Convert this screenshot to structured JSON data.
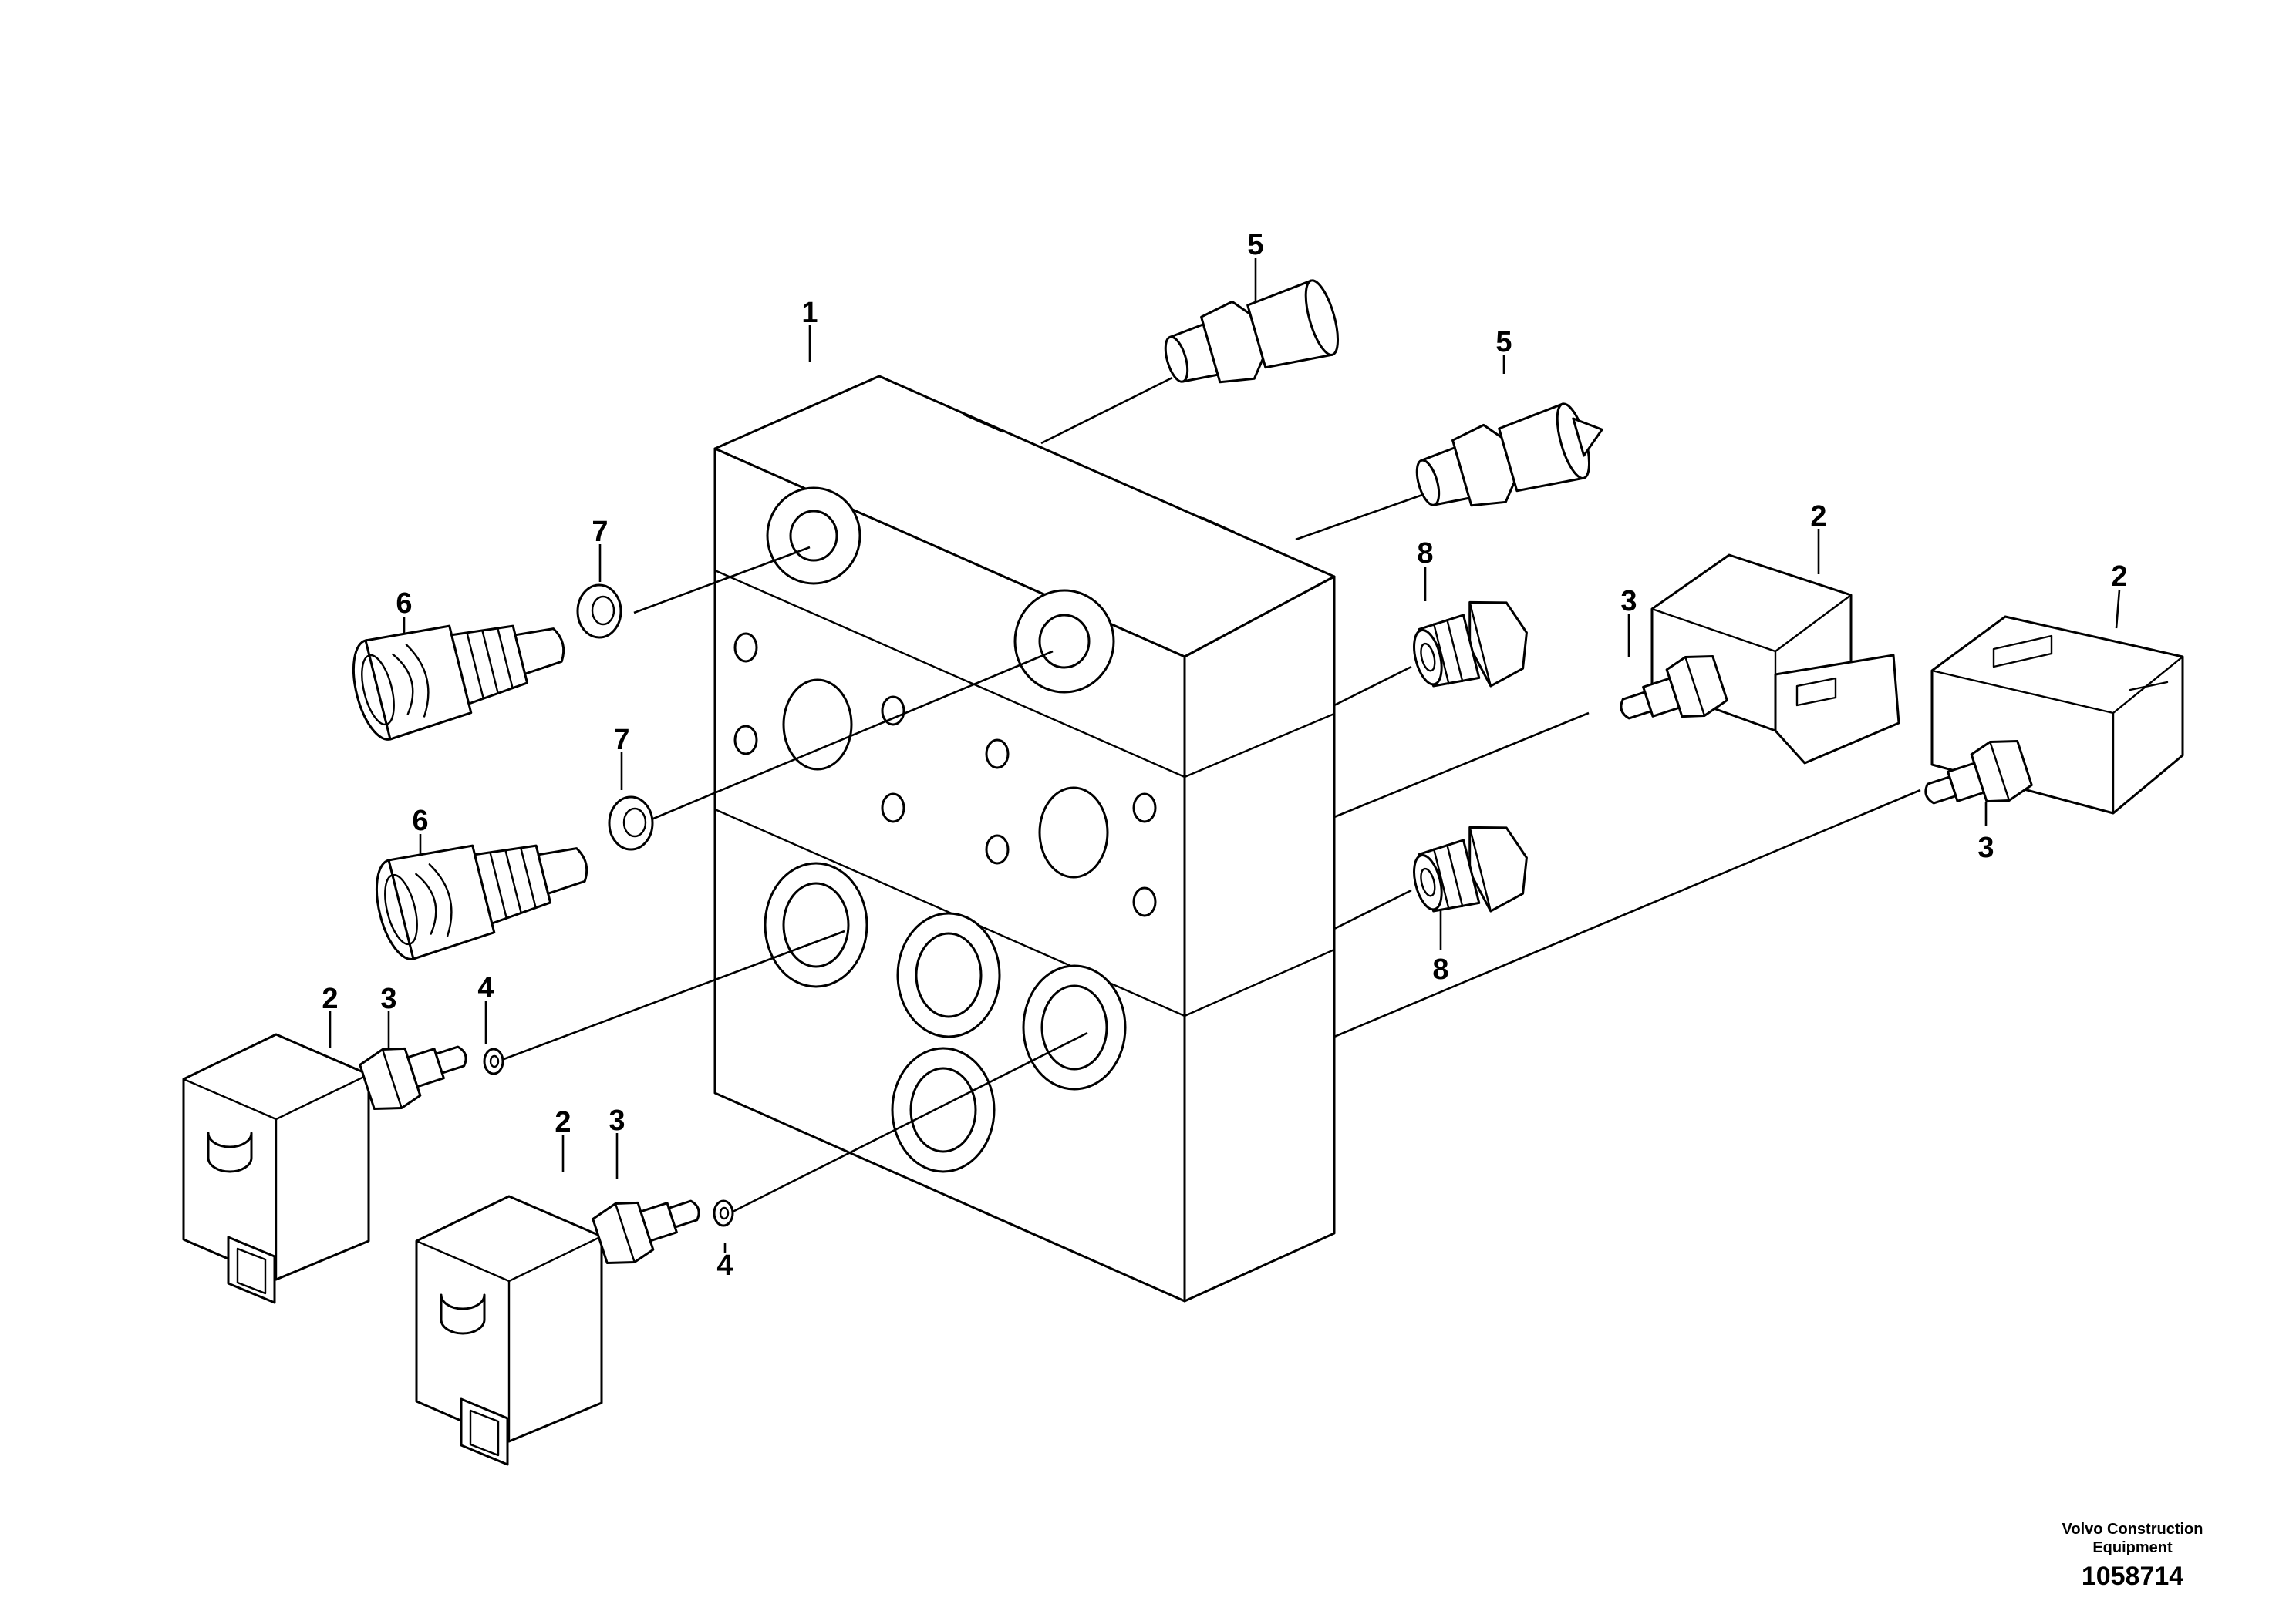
{
  "callouts": {
    "c1": "1",
    "c2a": "2",
    "c2b": "2",
    "c2c": "2",
    "c2d": "2",
    "c3a": "3",
    "c3b": "3",
    "c3c": "3",
    "c3d": "3",
    "c4a": "4",
    "c4b": "4",
    "c5a": "5",
    "c5b": "5",
    "c6a": "6",
    "c6b": "6",
    "c7a": "7",
    "c7b": "7",
    "c8a": "8",
    "c8b": "8"
  },
  "credit": {
    "line1": "Volvo Construction",
    "line2": "Equipment",
    "doc_number": "1058714"
  }
}
